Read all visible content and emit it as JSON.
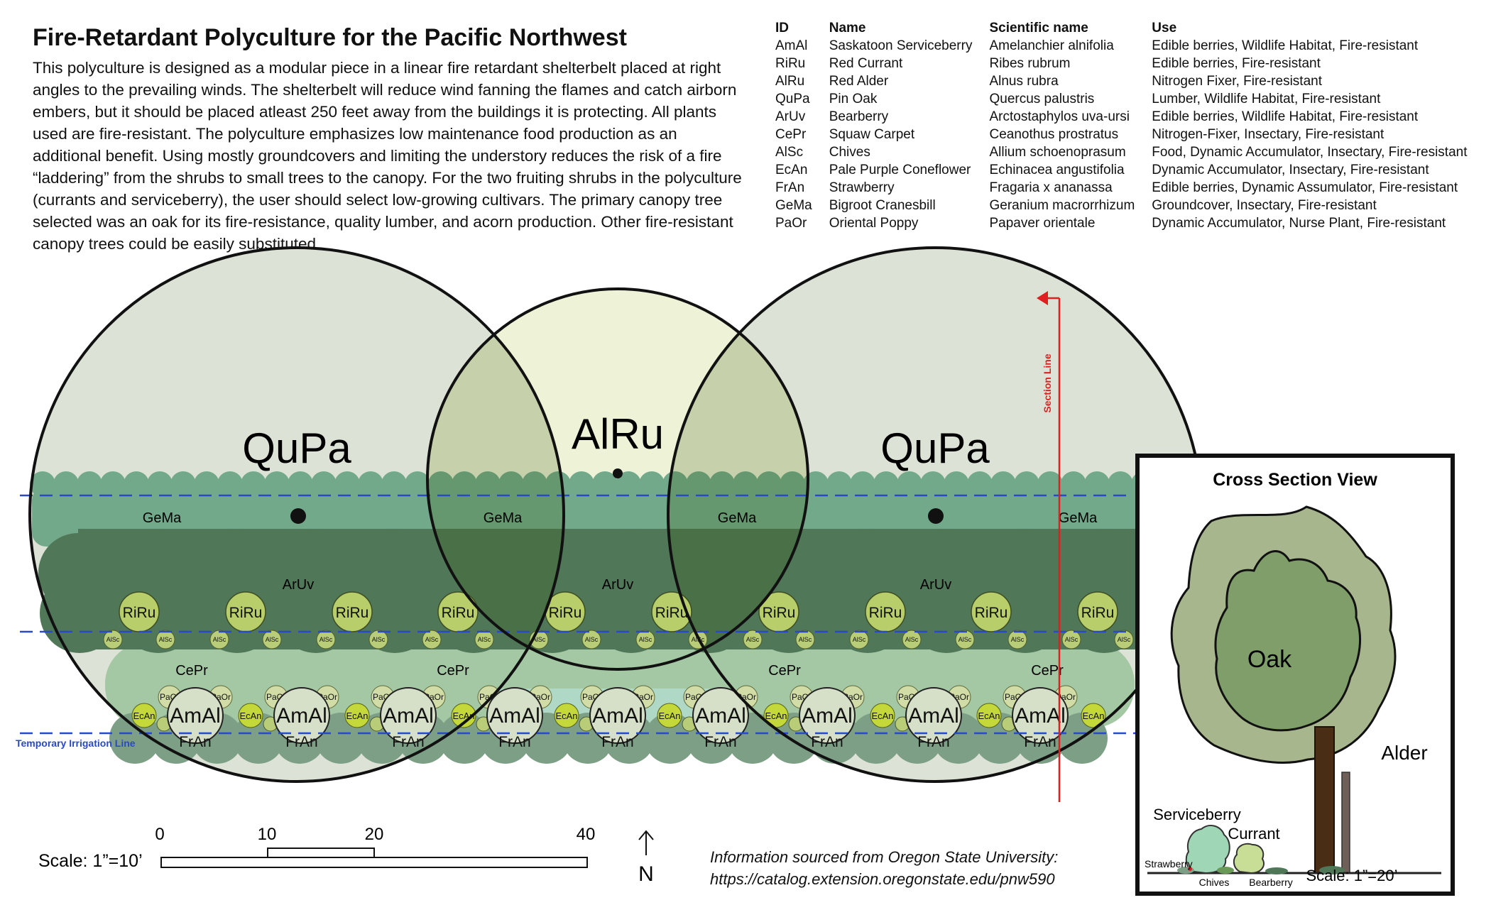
{
  "title": "Fire-Retardant Polyculture for the Pacific Northwest",
  "description": "This polyculture is designed as a modular piece in a linear fire retardant shelterbelt placed at right angles to the prevailing winds. The shelterbelt will reduce wind fanning the flames and catch airborn embers, but it should be placed atleast 250 feet away from the buildings it is protecting. All plants used are fire-resistant. The polyculture emphasizes low maintenance food production as an additional benefit. Using mostly groundcovers and limiting the understory reduces the risk of a fire “laddering” from the shrubs to small trees to the canopy. For the two fruiting shrubs in the polyculture (currants and serviceberry), the user should select low-growing cultivars. The primary canopy tree selected was an oak for its fire-resistance, quality lumber, and acorn production. Other fire-resistant canopy trees could be easily substituted.",
  "table": {
    "headers": [
      "ID",
      "Name",
      "Scientific name",
      "Use"
    ],
    "rows": [
      [
        "AmAl",
        "Saskatoon Serviceberry",
        "Amelanchier alnifolia",
        "Edible berries, Wildlife Habitat, Fire-resistant"
      ],
      [
        "RiRu",
        "Red Currant",
        "Ribes rubrum",
        "Edible berries, Fire-resistant"
      ],
      [
        "AlRu",
        "Red Alder",
        "Alnus rubra",
        "Nitrogen Fixer, Fire-resistant"
      ],
      [
        "QuPa",
        "Pin Oak",
        "Quercus palustris",
        "Lumber, Wildlife Habitat, Fire-resistant"
      ],
      [
        "ArUv",
        "Bearberry",
        "Arctostaphylos uva-ursi",
        "Edible berries, Wildlife Habitat, Fire-resistant"
      ],
      [
        "CePr",
        "Squaw Carpet",
        "Ceanothus prostratus",
        "Nitrogen-Fixer, Insectary, Fire-resistant"
      ],
      [
        "AlSc",
        "Chives",
        "Allium schoenoprasum",
        "Food, Dynamic Accumulator, Insectary, Fire-resistant"
      ],
      [
        "EcAn",
        "Pale Purple Coneflower",
        "Echinacea angustifolia",
        "Dynamic Accumulator, Insectary, Fire-resistant"
      ],
      [
        "FrAn",
        "Strawberry",
        "Fragaria x ananassa",
        "Edible berries, Dynamic Assumulator, Fire-resistant"
      ],
      [
        "GeMa",
        "Bigroot Cranesbill",
        "Geranium macrorrhizum",
        "Groundcover, Insectary, Fire-resistant"
      ],
      [
        "PaOr",
        "Oriental Poppy",
        "Papaver orientale",
        "Dynamic Accumulator, Nurse Plant, Fire-resistant"
      ]
    ]
  },
  "plan": {
    "canopy_labels": [
      "QuPa",
      "AlRu",
      "QuPa"
    ],
    "gema_label": "GeMa",
    "aruv_label": "ArUv",
    "riru_label": "RiRu",
    "alsc_label": "AlSc",
    "cepr_label": "CePr",
    "paor_label": "PaOr",
    "ecan_label": "EcAn",
    "amal_label": "AmAl",
    "fran_label": "FrAn",
    "section_line_label": "Section Line",
    "irrigation_label": "Temporary Irrigation Line",
    "colors": {
      "oak_canopy": "#dde2d6",
      "alder_canopy": "#ecf2d6",
      "gema": "#72a98a",
      "aruv": "#4f7758",
      "riru": "#b7ce6a",
      "cepr": "#a4c8a4",
      "amal": "#d6e0c8",
      "fran": "#7d9f86",
      "irrigation": "#2a49c8",
      "section_line": "#e02020"
    }
  },
  "cross_section": {
    "title": "Cross Section View",
    "oak_label": "Oak",
    "alder_label": "Alder",
    "serviceberry_label": "Serviceberry",
    "currant_label": "Currant",
    "strawberry_label": "Strawberry",
    "chives_label": "Chives",
    "bearberry_label": "Bearberry",
    "scale_label": "Scale: 1”=20’"
  },
  "scale": {
    "label": "Scale: 1”=10’",
    "ticks": [
      "0",
      "10",
      "20",
      "40"
    ],
    "north": "N"
  },
  "credits": {
    "line1": "Information sourced from Oregon State University:",
    "line2": "https://catalog.extension.oregonstate.edu/pnw590"
  }
}
